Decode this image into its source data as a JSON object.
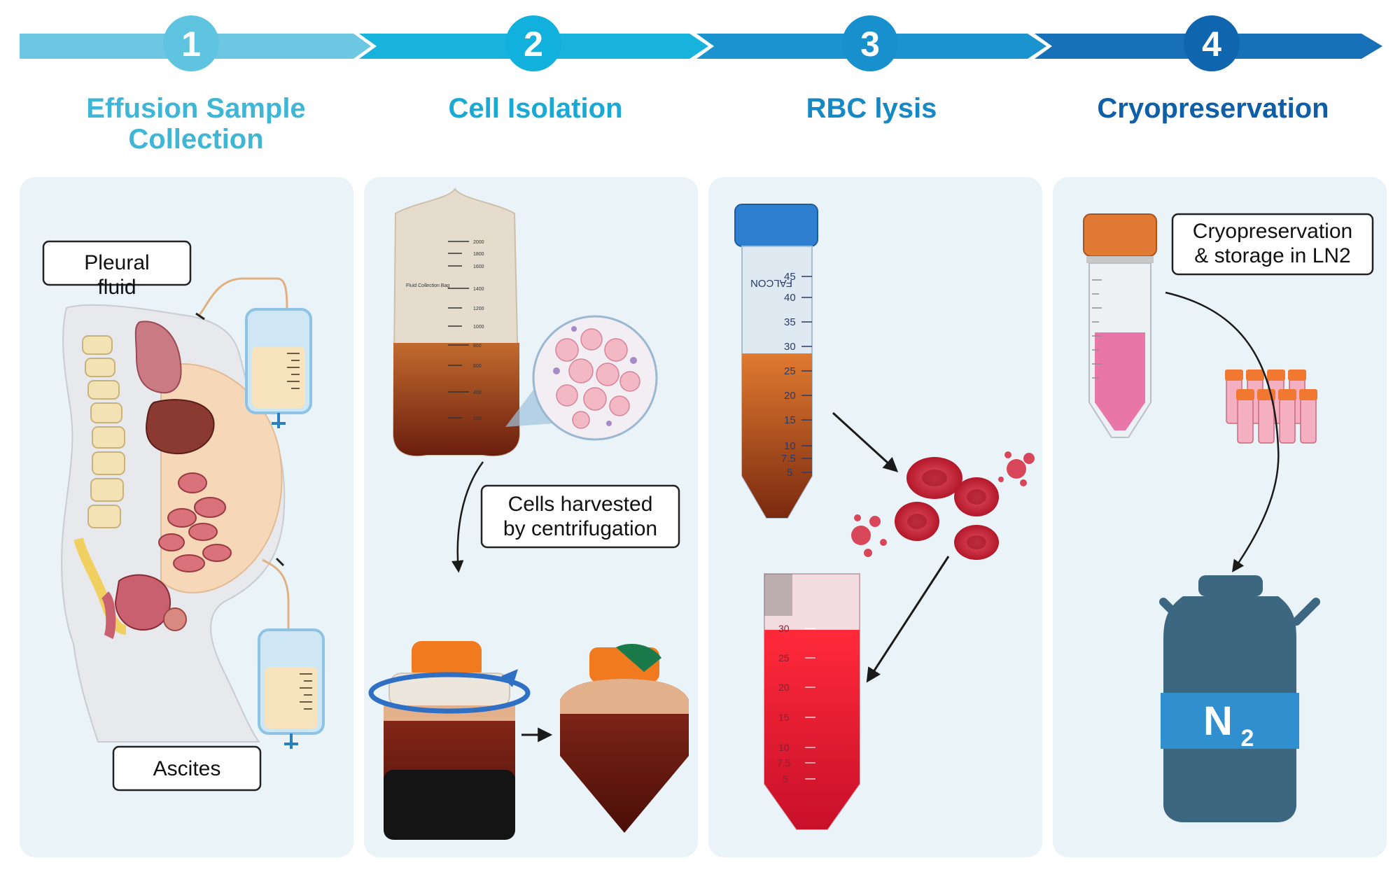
{
  "steps": [
    {
      "number": "1",
      "title_line1": "Effusion Sample",
      "title_line2": "Collection",
      "color": "#3fb6d6"
    },
    {
      "number": "2",
      "title_line1": "Cell Isolation",
      "title_line2": "",
      "color": "#1aa9d4"
    },
    {
      "number": "3",
      "title_line1": "RBC lysis",
      "title_line2": "",
      "color": "#1688c4"
    },
    {
      "number": "4",
      "title_line1": "Cryopreservation",
      "title_line2": "",
      "color": "#0f5ea8"
    }
  ],
  "panel1": {
    "pleural_line1": "Pleural",
    "pleural_line2": "fluid",
    "ascites": "Ascites"
  },
  "panel2": {
    "harvest_line1": "Cells harvested",
    "harvest_line2": "by centrifugation",
    "bag_label": "Fluid Collection Bag",
    "bag_ticks": [
      "2000",
      "1800",
      "1600",
      "1400",
      "1200",
      "1000",
      "800",
      "600",
      "400",
      "200"
    ]
  },
  "panel3": {
    "tube_brand": "FALCON",
    "tube_ticks": [
      "45",
      "40",
      "35",
      "30",
      "25",
      "20",
      "15",
      "10",
      "7.5",
      "5"
    ],
    "tube2_ticks": [
      "30",
      "25",
      "20",
      "15",
      "10",
      "7.5",
      "5"
    ]
  },
  "panel4": {
    "cryo_line1": "Cryopreservation",
    "cryo_line2": "& storage in LN2",
    "tank_symbol": "N",
    "tank_subscript": "2"
  },
  "colors": {
    "panel_bg": "#eaf3f8",
    "tank": "#3d6680",
    "tank_band": "#2f8fcf",
    "arrow_1": "#6dc6e2",
    "arrow_2": "#17b3dc",
    "arrow_3": "#1b93cf",
    "arrow_4": "#1770b8"
  },
  "icons": [
    "step-arrow",
    "body-anatomy",
    "drainage-bag",
    "collection-bag",
    "cell-magnifier",
    "centrifuge-bottle",
    "rotation-arrow",
    "conical-tube",
    "red-blood-cell",
    "cryovial",
    "ln2-tank"
  ]
}
